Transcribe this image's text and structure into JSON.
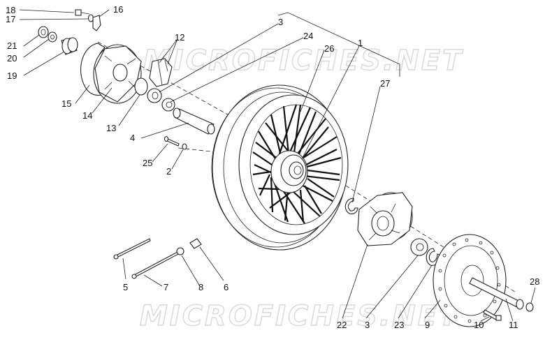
{
  "watermark": {
    "top": "MICROFICHES.NET",
    "bottom": "MICROFICHES.NET"
  },
  "labels": {
    "p1": "1",
    "p2": "2",
    "p3a": "3",
    "p3b": "3",
    "p4": "4",
    "p5": "5",
    "p6": "6",
    "p7": "7",
    "p8": "8",
    "p9": "9",
    "p10": "10",
    "p11": "11",
    "p12": "12",
    "p13": "13",
    "p14": "14",
    "p15": "15",
    "p16": "16",
    "p17": "17",
    "p18": "18",
    "p19": "19",
    "p20": "20",
    "p21": "21",
    "p22": "22",
    "p23": "23",
    "p24": "24",
    "p25": "25",
    "p26": "26",
    "p27": "27",
    "p28": "28"
  }
}
